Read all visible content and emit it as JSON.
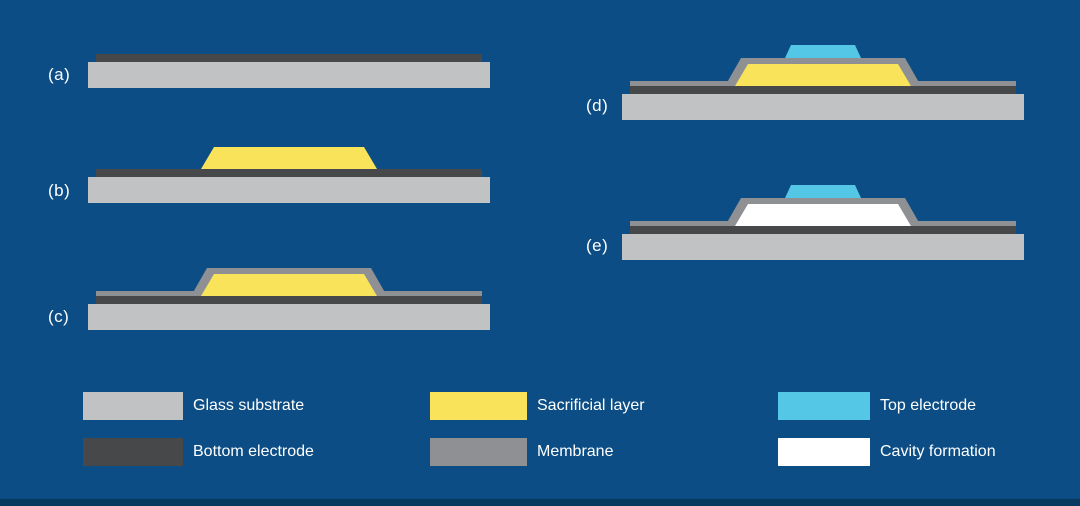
{
  "colors": {
    "background": "#0b4d84",
    "footer": "#083a5f",
    "glass": "#c1c2c4",
    "electrode_bottom": "#47484a",
    "sacrificial": "#f8e35b",
    "membrane": "#8f9093",
    "electrode_top": "#54c7e6",
    "cavity": "#ffffff",
    "text": "#ffffff"
  },
  "panels": [
    {
      "id": "a",
      "label": "(a)",
      "layers": [
        "glass substrate",
        "bottom electrode"
      ]
    },
    {
      "id": "b",
      "label": "(b)",
      "layers": [
        "glass substrate",
        "bottom electrode",
        "sacrificial layer"
      ]
    },
    {
      "id": "c",
      "label": "(c)",
      "layers": [
        "glass substrate",
        "bottom electrode",
        "sacrificial layer",
        "membrane"
      ]
    },
    {
      "id": "d",
      "label": "(d)",
      "layers": [
        "glass substrate",
        "bottom electrode",
        "sacrificial layer",
        "membrane",
        "top electrode"
      ]
    },
    {
      "id": "e",
      "label": "(e)",
      "layers": [
        "glass substrate",
        "bottom electrode",
        "cavity formation",
        "membrane",
        "top electrode"
      ]
    }
  ],
  "legend": [
    {
      "label": "Glass substrate"
    },
    {
      "label": "Bottom electrode"
    },
    {
      "label": "Sacrificial layer"
    },
    {
      "label": "Membrane"
    },
    {
      "label": "Top electrode"
    },
    {
      "label": "Cavity formation"
    }
  ]
}
